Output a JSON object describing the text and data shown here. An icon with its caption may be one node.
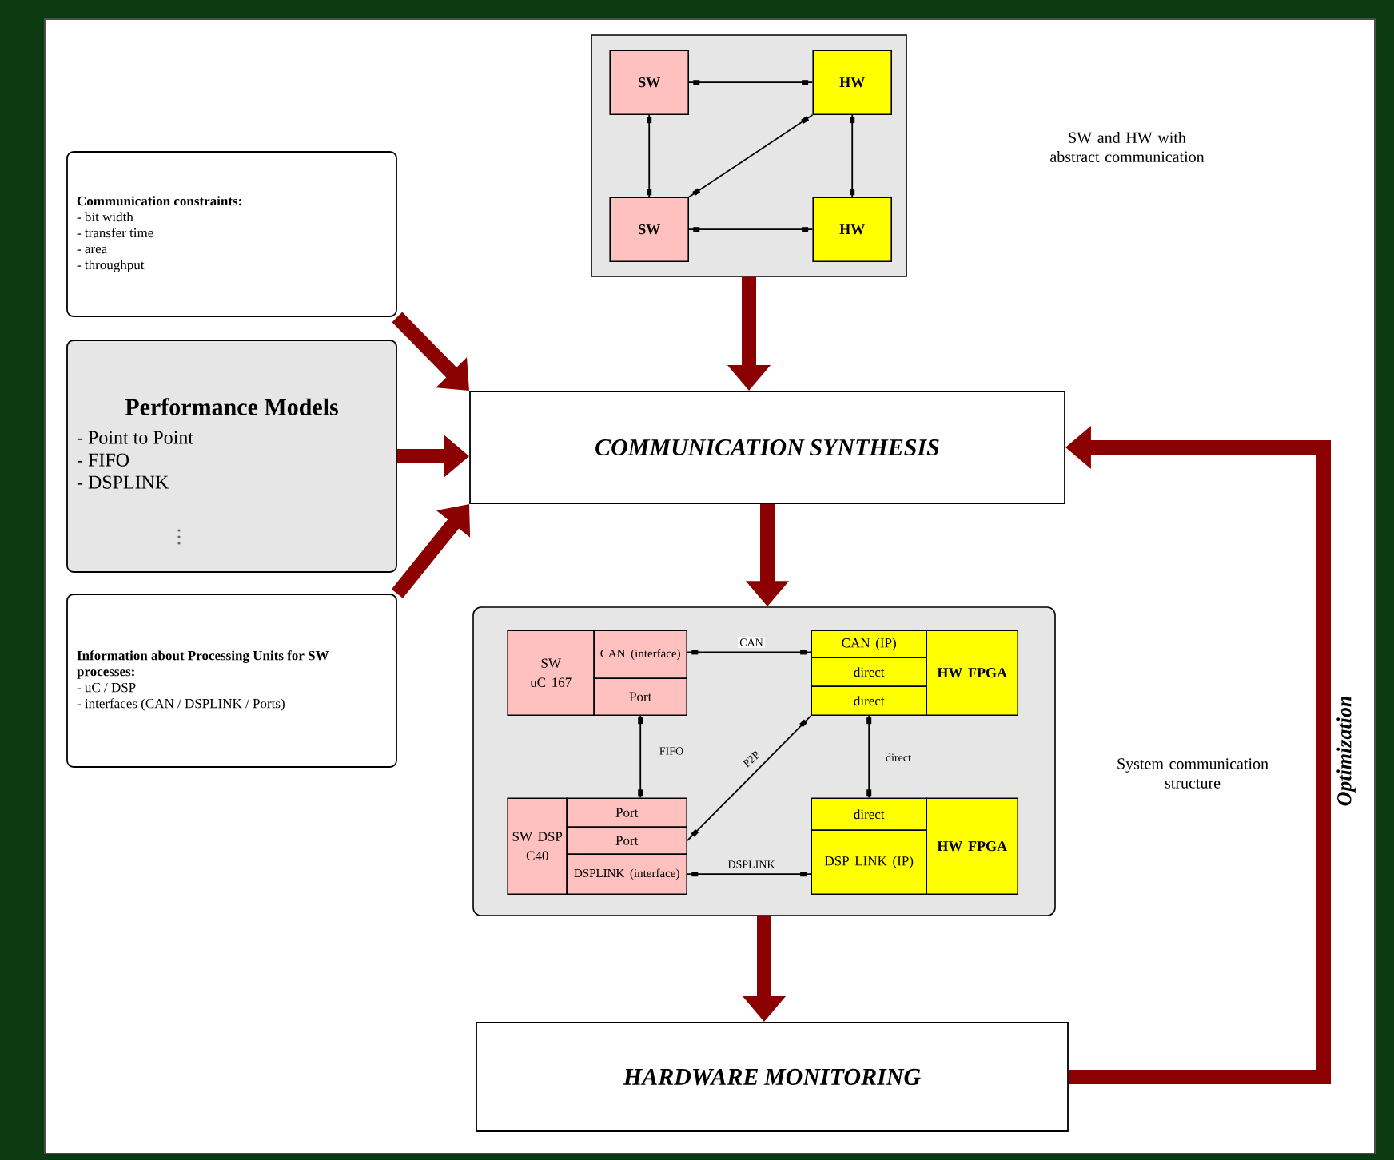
{
  "diagram": {
    "nodes": [
      {
        "text": [],
        "shape": "box"
      },
      {
        "text": [
          "SW"
        ],
        "in": 0
      },
      {
        "text": [
          "HW"
        ],
        "in": 0
      },
      {
        "text": [
          "SW"
        ],
        "in": 0
      },
      {
        "text": [
          "HW"
        ],
        "in": 0
      },
      {
        "text": [
          "Communication constraints:",
          "- bit width",
          "- transfer time",
          "- area",
          "- throughput"
        ]
      },
      {
        "text": [
          "COMMUNICATION SYNTHESIS"
        ]
      },
      {
        "text": [
          "Performance Models",
          "- Point to Point",
          "- FIFO",
          "- DSPLINK"
        ]
      },
      {
        "text": [
          "Information about Processing Units for SW processes:",
          "- uC / DSP",
          "- interfaces (CAN / DSPLINK / Ports)"
        ]
      },
      {
        "text": [],
        "shape": "box"
      },
      {
        "text": [
          "SW",
          "uC 167"
        ],
        "in": 9
      },
      {
        "text": [
          "CAN (interface)"
        ],
        "in": 9
      },
      {
        "text": [
          "Port"
        ],
        "in": 9
      },
      {
        "text": [
          "CAN (IP)"
        ],
        "in": 9
      },
      {
        "text": [
          "direct"
        ],
        "in": 9
      },
      {
        "text": [
          "direct"
        ],
        "in": 9
      },
      {
        "text": [
          "HW FPGA"
        ],
        "in": 9
      },
      {
        "text": [
          "SW DSP C40"
        ],
        "in": 9
      },
      {
        "text": [
          "Port"
        ],
        "in": 9
      },
      {
        "text": [
          "Port"
        ],
        "in": 9
      },
      {
        "text": [
          "DSPLINK (interface)"
        ],
        "in": 9
      },
      {
        "text": [
          "direct"
        ],
        "in": 9
      },
      {
        "text": [
          "DSP LINK (IP)"
        ],
        "in": 9
      },
      {
        "text": [
          "HW FPGA"
        ],
        "in": 9
      },
      {
        "text": [
          "HARDWARE MONITORING"
        ]
      }
    ],
    "edges": [
      {
        "from": 1,
        "to": 2,
        "arrow": "other"
      },
      {
        "from": 1,
        "to": 3,
        "arrow": "other"
      },
      {
        "from": 2,
        "to": 3,
        "arrow": "other"
      },
      {
        "from": 2,
        "to": 4,
        "arrow": "other"
      },
      {
        "from": 3,
        "to": 4,
        "arrow": "other"
      },
      {
        "from": 0,
        "to": 6,
        "arrow": "to",
        "style": "thick",
        "color": "#8b0000"
      },
      {
        "from": 5,
        "to": 6,
        "arrow": "to",
        "style": "thick",
        "color": "#8b0000"
      },
      {
        "from": 7,
        "to": 6,
        "arrow": "to",
        "style": "thick",
        "color": "#8b0000"
      },
      {
        "from": 8,
        "to": 6,
        "arrow": "to",
        "style": "thick",
        "color": "#8b0000"
      },
      {
        "from": 6,
        "to": 9,
        "arrow": "to",
        "style": "thick",
        "color": "#8b0000"
      },
      {
        "from": 11,
        "to": 13,
        "arrow": "other",
        "label": "CAN"
      },
      {
        "from": 12,
        "to": 18,
        "arrow": "other",
        "label": "FIFO"
      },
      {
        "from": 15,
        "to": 19,
        "arrow": "other",
        "label": "P2P"
      },
      {
        "from": 15,
        "to": 21,
        "arrow": "other",
        "label": "direct"
      },
      {
        "from": 20,
        "to": 22,
        "arrow": "other",
        "label": "DSPLINK"
      },
      {
        "from": 9,
        "to": 24,
        "arrow": "to",
        "style": "thick",
        "color": "#8b0000"
      },
      {
        "from": 24,
        "to": 6,
        "arrow": "to",
        "style": "thick",
        "color": "#8b0000",
        "label": "Optimization"
      }
    ],
    "labels": [
      "SW and HW with abstract communication",
      "System communication structure"
    ]
  }
}
